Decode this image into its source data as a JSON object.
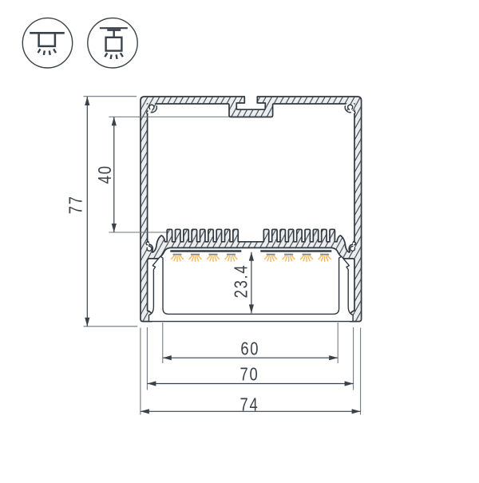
{
  "document": {
    "type": "technical-drawing",
    "subject": "LED aluminum profile cross-section with mounting icons and dimensions",
    "background_color": "#ffffff",
    "line_color": "#2f3840",
    "hatch_fill_color": "#ebedee",
    "dimension_color": "#39424a",
    "light_ray_color": "#f1bb5c"
  },
  "icons": {
    "surface_mount": "surface-mount-luminaire",
    "pendant_mount": "pendant-mount-luminaire"
  },
  "dimensions": {
    "overall_height": "77",
    "inner_height": "40",
    "led_to_cover": "23.4",
    "inner_width": "60",
    "mid_width": "70",
    "overall_width": "74"
  }
}
